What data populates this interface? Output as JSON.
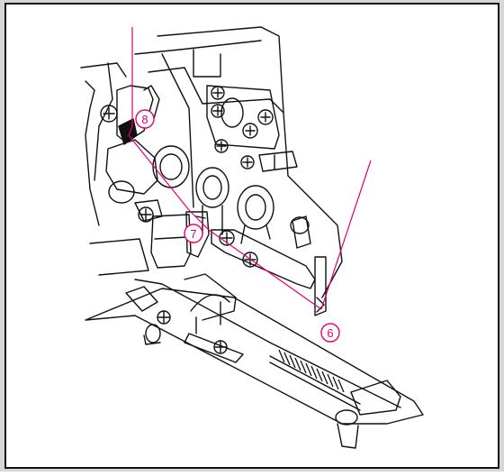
{
  "diagram": {
    "callouts": [
      {
        "id": "callout-6",
        "label": "6"
      },
      {
        "id": "callout-7",
        "label": "7"
      },
      {
        "id": "callout-8",
        "label": "8"
      }
    ],
    "colors": {
      "thread": "#e0007a",
      "ink": "#111111",
      "paper": "#ffffff",
      "frame_bg": "#d6d6d6"
    }
  }
}
